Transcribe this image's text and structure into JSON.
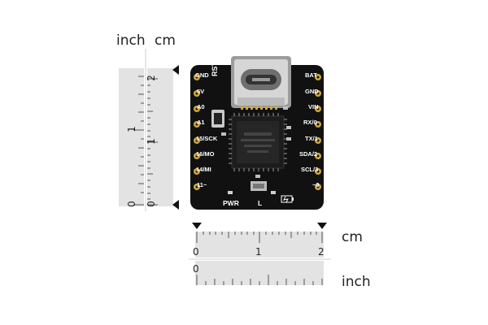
{
  "vertical_ruler": {
    "unit_left": "inch",
    "unit_right": "cm",
    "inch_ticks": [
      "0",
      "1"
    ],
    "cm_ticks": [
      "0",
      "1",
      "2"
    ]
  },
  "horizontal_ruler": {
    "unit_top": "cm",
    "unit_bottom": "inch",
    "cm_ticks": [
      "0",
      "1",
      "2"
    ],
    "inch_ticks": [
      "0"
    ]
  },
  "board": {
    "left_pins": [
      "GND",
      "5V",
      "A0",
      "A1",
      "15/SCK",
      "16/MO",
      "14/MI",
      "11~"
    ],
    "right_pins": [
      "BAT",
      "GND",
      "VIN",
      "RX/0",
      "TX/1",
      "SDA/2",
      "SCL/3",
      "~9"
    ],
    "top_label": "RST",
    "bottom_labels": [
      "PWR",
      "L"
    ],
    "colors": {
      "pcb": "#111111",
      "pad": "#d4a93a",
      "silk": "#ffffff",
      "ruler": "#e2e2e2"
    }
  }
}
